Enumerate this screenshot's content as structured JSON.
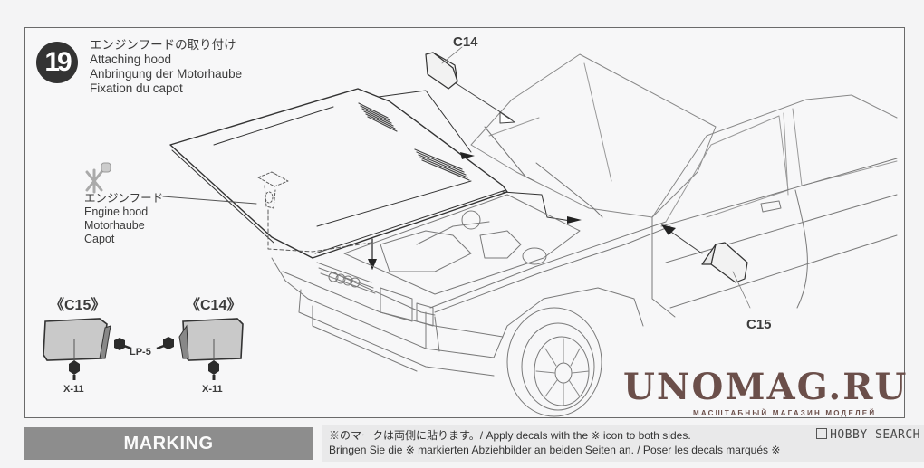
{
  "step": {
    "number": "19",
    "title_jp": "エンジンフードの取り付け",
    "title_en": "Attaching hood",
    "title_de": "Anbringung der Motorhaube",
    "title_fr": "Fixation du capot"
  },
  "parts": {
    "c14_label": "C14",
    "c15_label": "C15",
    "hood": {
      "jp": "エンジンフード",
      "en": "Engine hood",
      "de": "Motorhaube",
      "fr": "Capot"
    },
    "paint_detail": {
      "c15_bracket": "《C15》",
      "c14_bracket": "《C14》",
      "mirror_paint": "LP-5",
      "stem_paint_left": "X-11",
      "stem_paint_right": "X-11"
    }
  },
  "marking": {
    "label": "MARKING",
    "note_line1": "※のマークは両側に貼ります。/ Apply decals with the ※ icon to both sides.",
    "note_line2": "Bringen Sie die ※ markierten Abziehbilder an beiden Seiten an. / Poser les decals marqués ※"
  },
  "watermarks": {
    "main": "UNOMAG.RU",
    "sub": "МАСШТАБНЫЙ МАГАЗИН МОДЕЛЕЙ",
    "corner": "HOBBY SEARCH"
  },
  "colors": {
    "badge": "#333333",
    "marking_bar": "#8d8d8d",
    "note_bg": "#e9e9ea",
    "mirror_fill": "#c9c9c9",
    "paint_dot": "#2b2b2b",
    "watermark": "#6b4f4a"
  }
}
